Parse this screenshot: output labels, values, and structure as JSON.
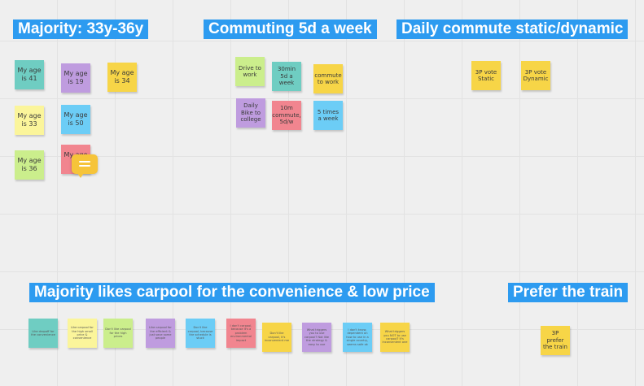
{
  "titles": {
    "majority_age": "Majority: 33y-36y",
    "commuting": "Commuting 5d a week",
    "daily_commute": "Daily commute static/dynamic",
    "carpool": "Majority likes carpool for the convenience & low price",
    "train": "Prefer the train"
  },
  "age_notes": [
    "My age is 41",
    "My age is 19",
    "My age is 34",
    "My age is 33",
    "My age is 50",
    "My age is 36",
    "My age is"
  ],
  "commute_notes": [
    "Drive to work",
    "30min 5d a week",
    "commute to work",
    "Daily Bike to college",
    "10m commute, 5d/w",
    "5 times a week"
  ],
  "vote_notes": [
    "3P vote Static",
    "3P vote Dynamic"
  ],
  "carpool_notes": [
    "Like dropoff for the convenience",
    "Like carpool for the high small price & convenience",
    "Don't like carpool for the high prices",
    "Like carpool for the efficient & just save some people",
    "Don't like carpool, because the schedule is stuck",
    "I don't carpool, because it's a problem environmental impact",
    "Don't like carpool, it's inconvenient me",
    "What triggers you to use carpool? Not like the strategy & easy to use",
    "I don't know, dependent on how to use in a single country, seems safe ok",
    "What triggers you NOT to use carpool? It's inconvenient one"
  ],
  "train_note": "3P prefer the train",
  "comment_icon": "comment-icon"
}
